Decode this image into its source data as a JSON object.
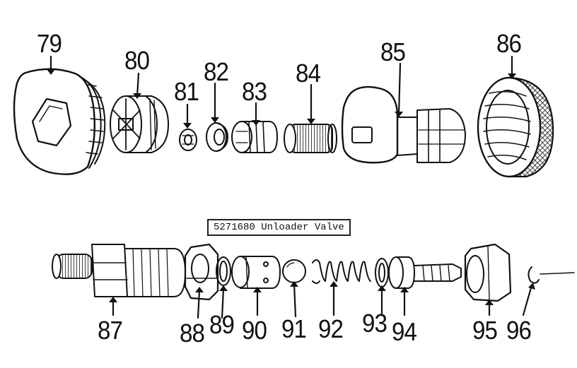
{
  "diagram": {
    "caption": "5271680 Unloader Valve",
    "labels": {
      "p79": "79",
      "p80": "80",
      "p81": "81",
      "p82": "82",
      "p83": "83",
      "p84": "84",
      "p85": "85",
      "p86": "86",
      "p87": "87",
      "p88": "88",
      "p89": "89",
      "p90": "90",
      "p91": "91",
      "p92": "92",
      "p93": "93",
      "p94": "94",
      "p95": "95",
      "p96": "96"
    }
  }
}
